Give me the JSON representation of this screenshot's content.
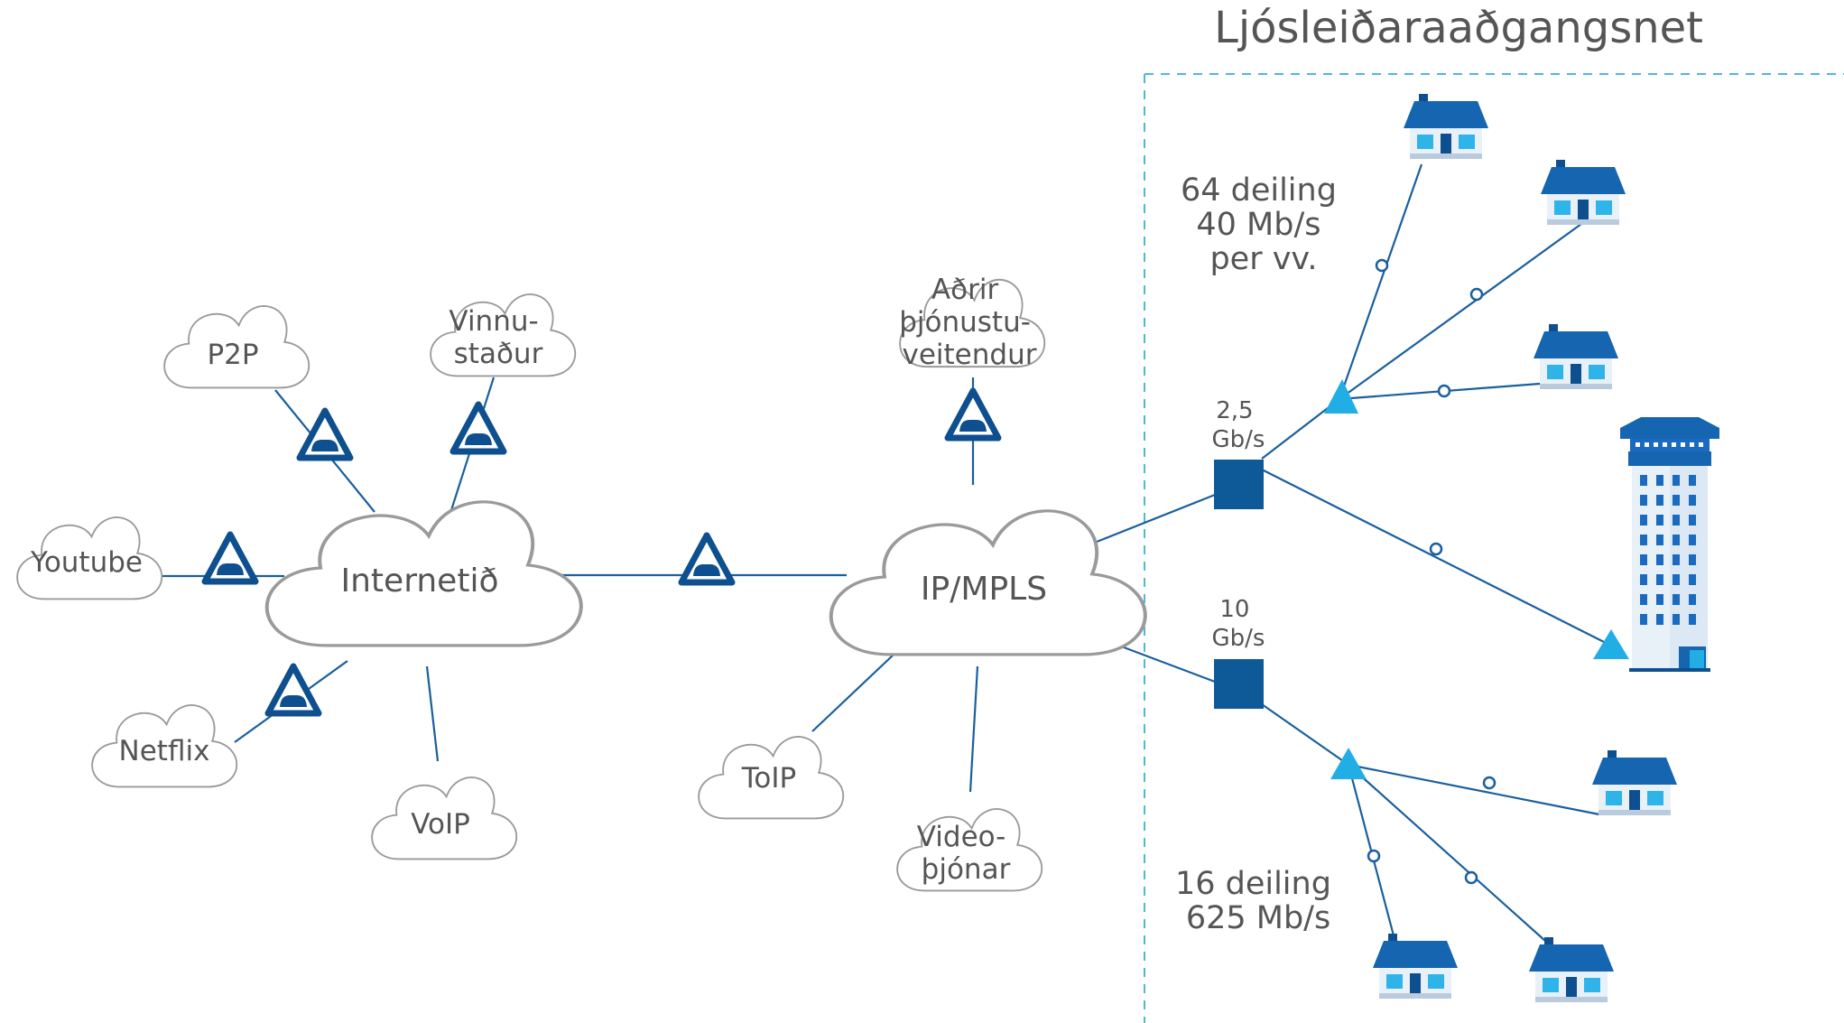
{
  "title": "Ljósleiðaraaðgangsnet",
  "clouds": {
    "internet": "Internetið",
    "ipmpls": "IP/MPLS",
    "p2p": "P2P",
    "vinnustadur": [
      "Vinnu-",
      "staður"
    ],
    "youtube": "Youtube",
    "netflix": "Netflix",
    "voip": "VoIP",
    "adrir": [
      "Aðrir",
      "þjónustu-",
      "veitendur"
    ],
    "toip": "ToIP",
    "video": [
      "Video-",
      "þjónar"
    ]
  },
  "links": {
    "upper": [
      "2,5",
      "Gb/s"
    ],
    "lower": [
      "10",
      "Gb/s"
    ]
  },
  "splits": {
    "upper": [
      "64 deiling",
      "40 Mb/s",
      "per vv."
    ],
    "lower": [
      "16 deiling",
      "625 Mb/s"
    ]
  },
  "colors": {
    "link": "#1a5f9e",
    "node": "#0e5a99",
    "splitter": "#21aee5",
    "house_roof": "#1565b0",
    "window": "#2fb4ea",
    "cloud_stroke": "#9a9a9a",
    "dashed": "#4bb8e2",
    "text": "#555555"
  },
  "icons": {
    "cloud": "cloud-icon",
    "firewall": "firewall-warning-icon",
    "house": "house-icon",
    "office": "office-building-icon",
    "olt": "olt-node-icon",
    "splitter": "splitter-triangle-icon"
  }
}
